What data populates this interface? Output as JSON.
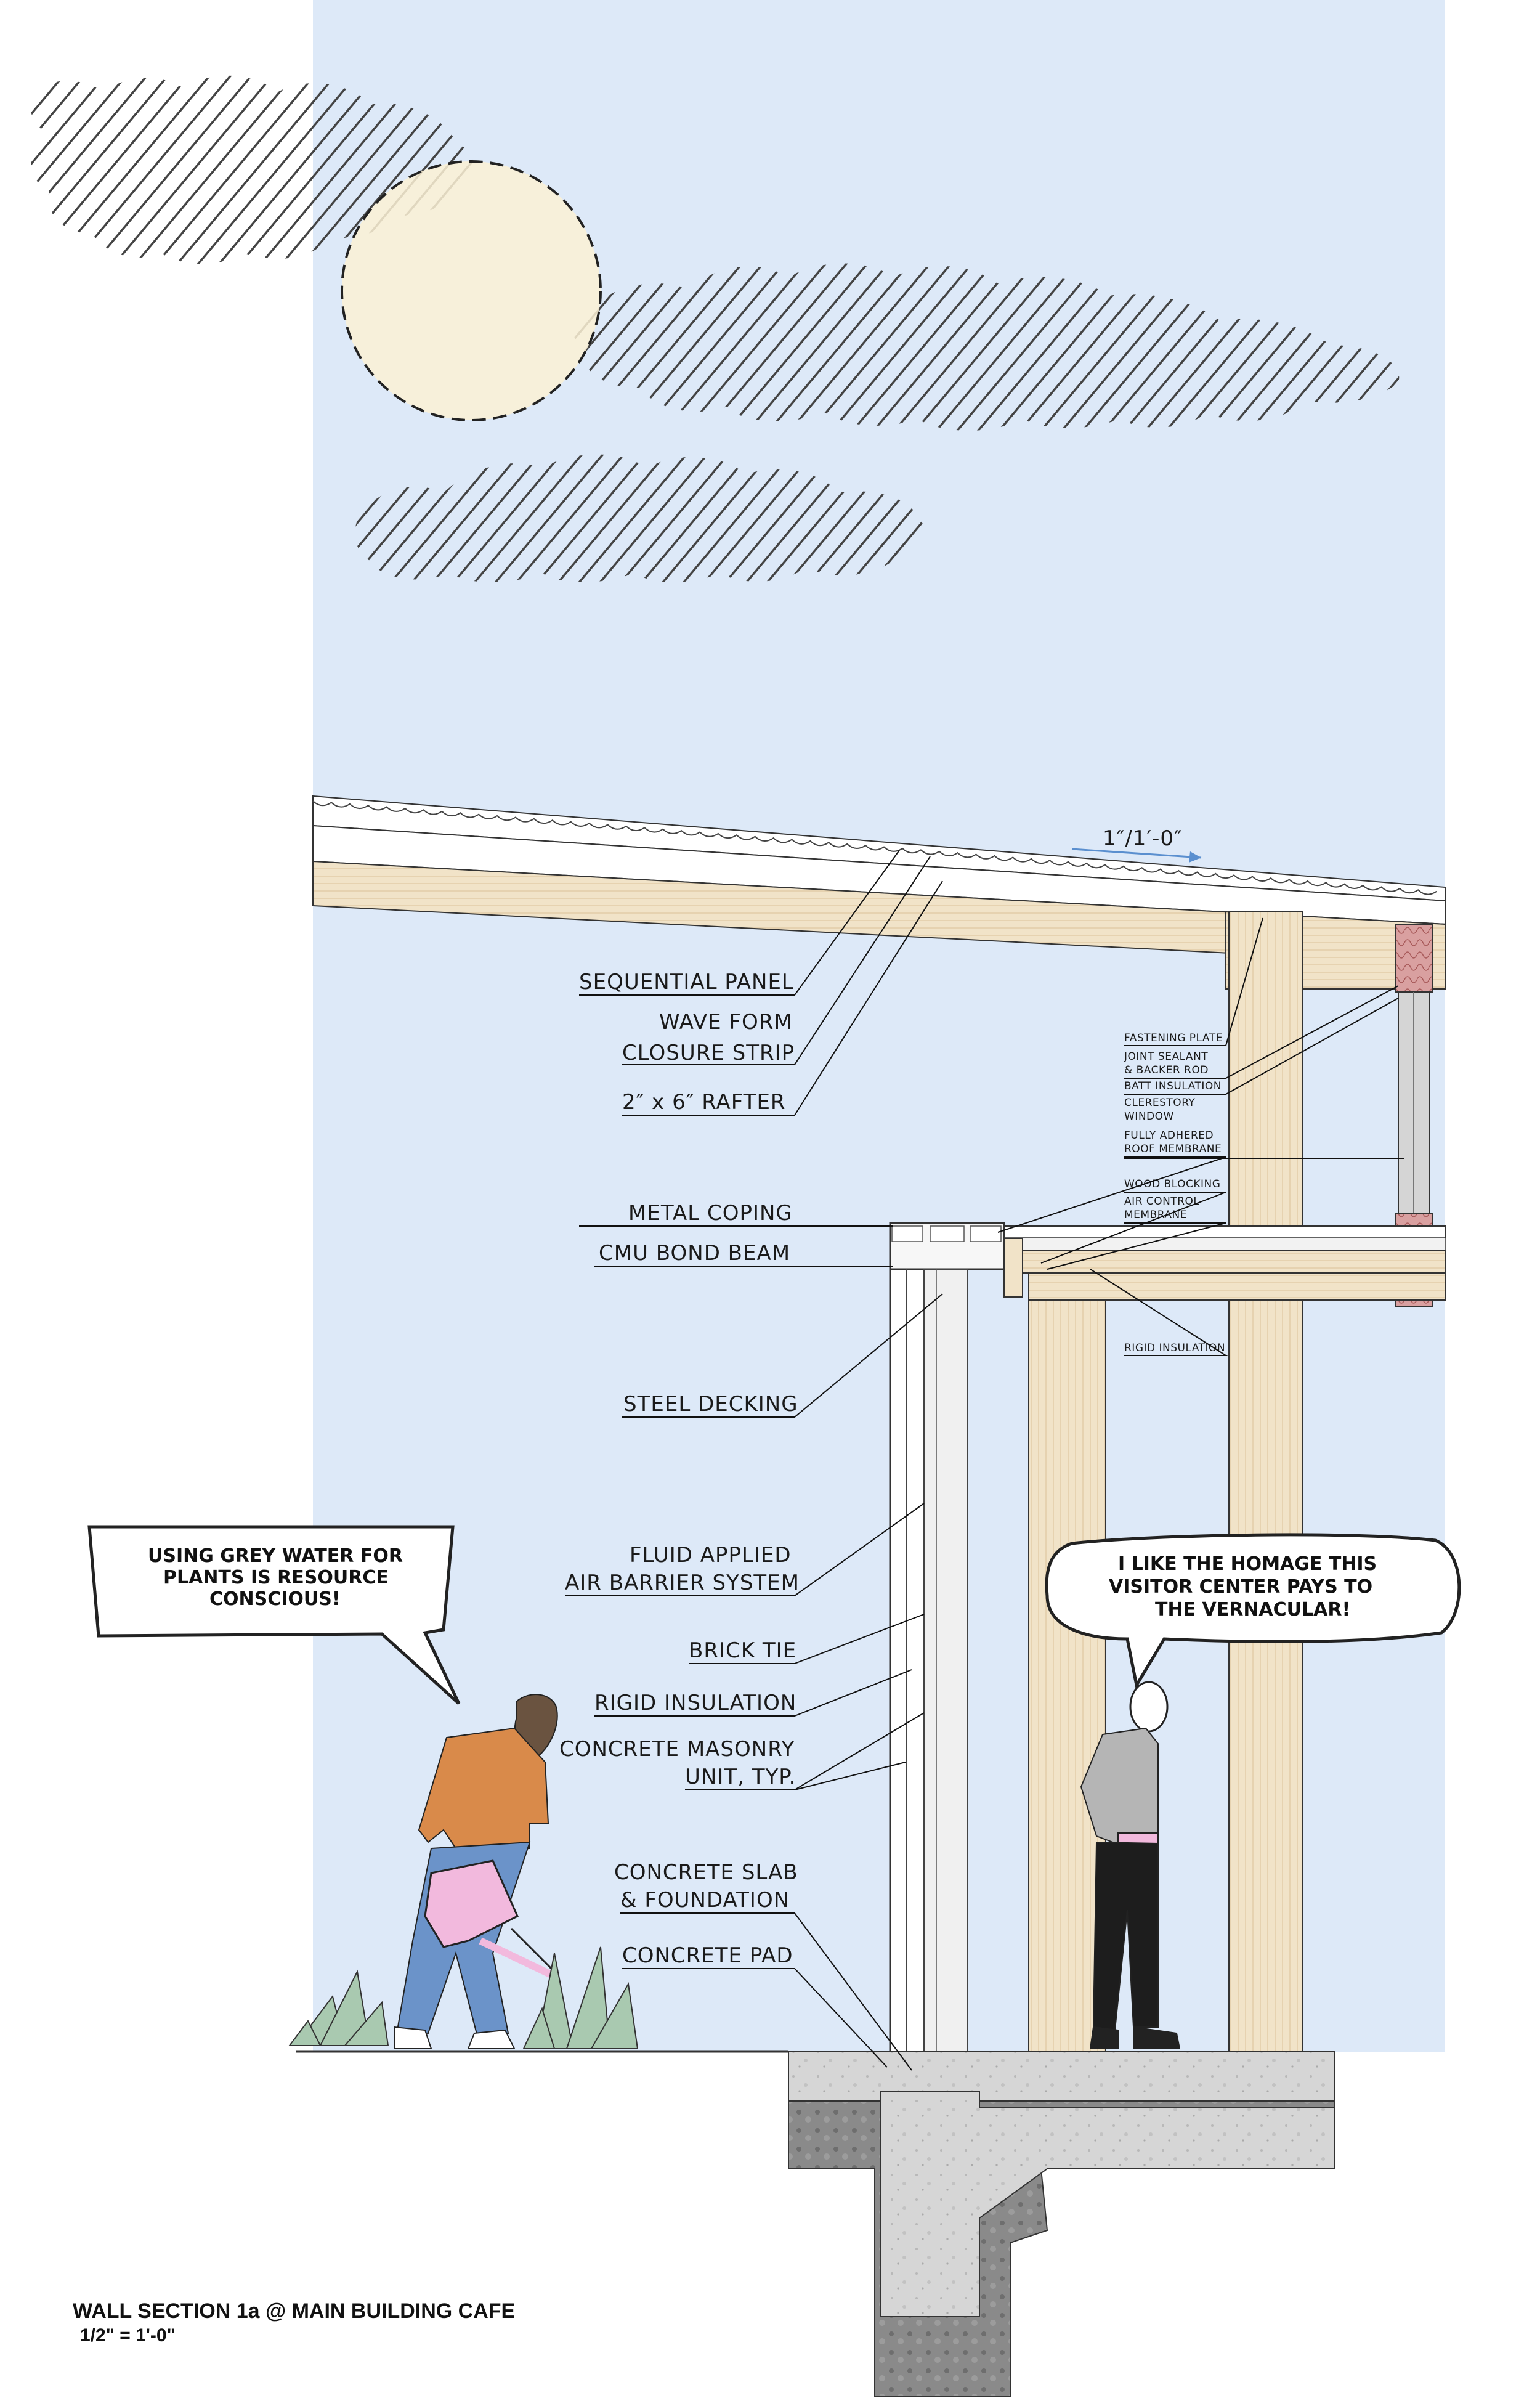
{
  "labels": {
    "sequential_panel": "SEQUENTIAL PANEL",
    "wave_form_1": "WAVE FORM",
    "wave_form_2": "CLOSURE STRIP",
    "rafter": "2″ x 6″ RAFTER",
    "metal_coping": "METAL COPING",
    "cmu_bond_beam": "CMU BOND BEAM",
    "steel_decking": "STEEL DECKING",
    "fluid_applied_1": "FLUID APPLIED",
    "fluid_applied_2": "AIR BARRIER SYSTEM",
    "brick_tie": "BRICK TIE",
    "rigid_insulation": "RIGID INSULATION",
    "cmu_1": "CONCRETE MASONRY",
    "cmu_2": "UNIT, TYP.",
    "slab_1": "CONCRETE SLAB",
    "slab_2": "& FOUNDATION",
    "concrete_pad": "CONCRETE PAD",
    "slope": "1″/1′-0″"
  },
  "small_labels": {
    "fastening_plate": "FASTENING PLATE",
    "joint_sealant_1": "JOINT SEALANT",
    "joint_sealant_2": "& BACKER ROD",
    "batt_insulation": "BATT INSULATION",
    "clerestory_1": "CLERESTORY",
    "clerestory_2": "WINDOW",
    "roof_membrane_1": "FULLY ADHERED",
    "roof_membrane_2": "ROOF MEMBRANE",
    "wood_blocking": "WOOD BLOCKING",
    "air_control_1": "AIR CONTROL",
    "air_control_2": "MEMBRANE",
    "rigid_insulation_sm": "RIGID INSULATION"
  },
  "bubbles": {
    "left_1": "USING GREY WATER FOR",
    "left_2": "PLANTS IS RESOURCE",
    "left_3": "CONSCIOUS!",
    "right_1": "I LIKE THE HOMAGE THIS",
    "right_2": "VISITOR CENTER PAYS TO",
    "right_3": "THE VERNACULAR!"
  },
  "title": {
    "main": "WALL SECTION 1a @ MAIN BUILDING CAFE",
    "scale": "1/2\" = 1'-0\""
  },
  "colors": {
    "sky": "#dde9f8",
    "wood": "#f1e3c8",
    "sun": "#fbf1d5",
    "shirt_orange": "#d98a4a",
    "jeans_blue": "#6b93c9",
    "watering_can": "#f2b9dd",
    "plant_green": "#a9c9b0",
    "insulation_pink": "#d9a0a0",
    "concrete": "#d9d9d9"
  }
}
